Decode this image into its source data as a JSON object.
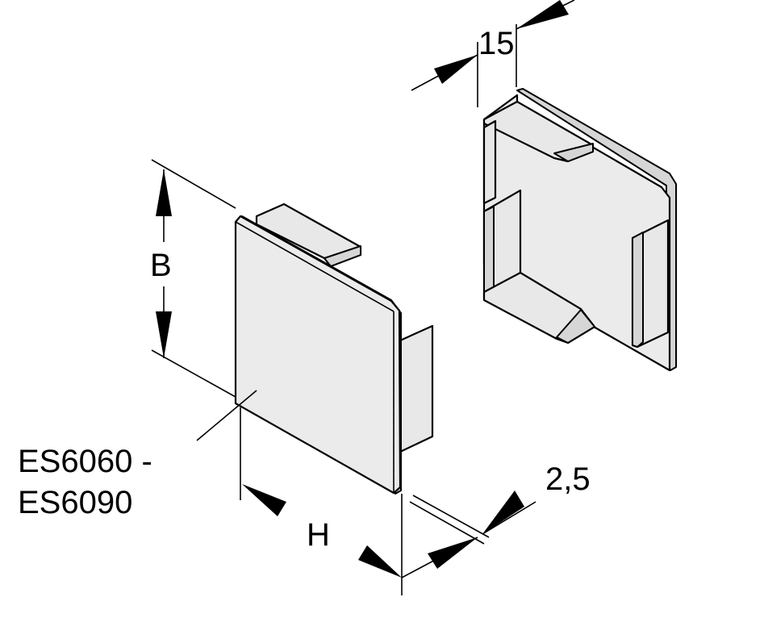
{
  "diagram": {
    "labels": {
      "height_dim": "B",
      "width_dim": "H",
      "thickness_dim": "2,5",
      "depth_dim": "15",
      "model_line1": "ES6060 -",
      "model_line2": "ES6090"
    }
  }
}
